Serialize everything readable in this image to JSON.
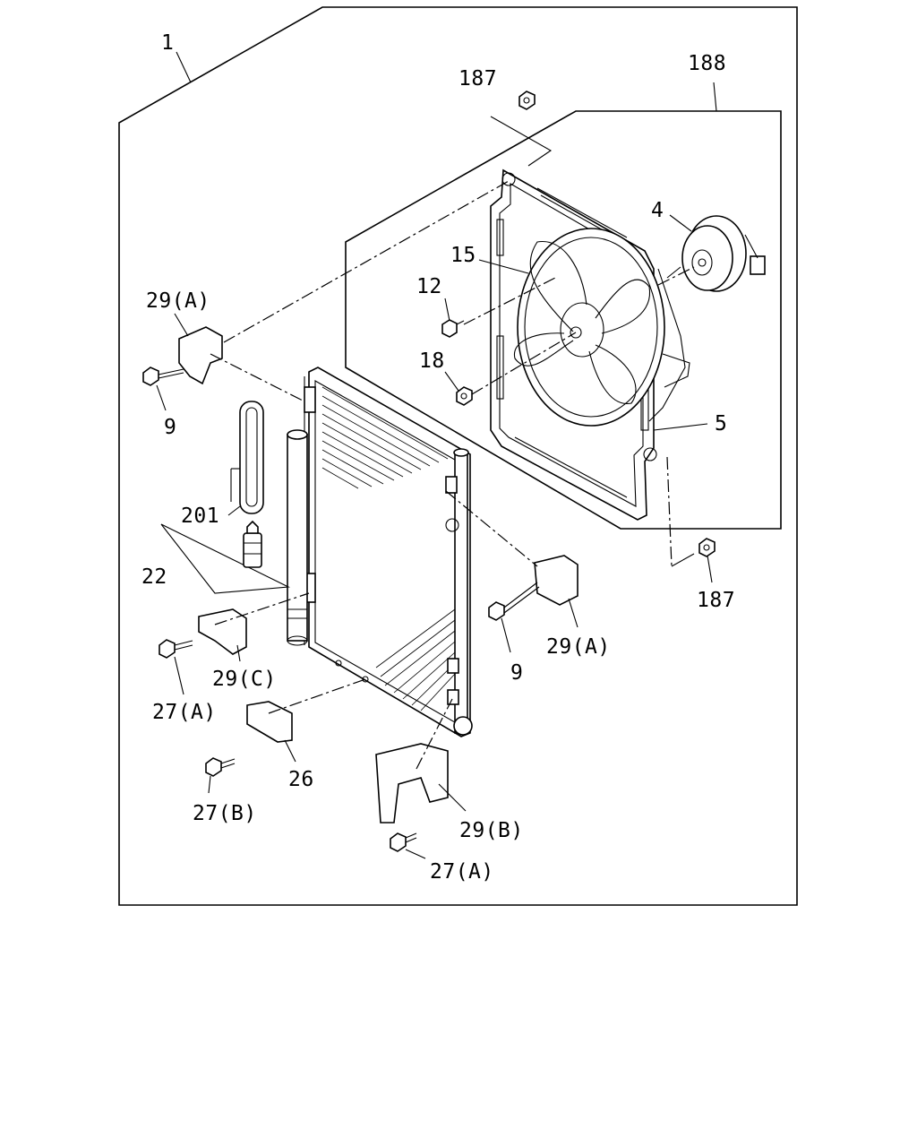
{
  "callouts": {
    "assembly": "1",
    "fan_shroud_assembly": "188",
    "motor": "4",
    "fan": "15",
    "screw": "12",
    "nut_18": "18",
    "shroud": "5",
    "nut_187_top": "187",
    "nut_187_bottom": "187",
    "bracket_29a_left": "29(A)",
    "bracket_29a_right": "29(A)",
    "bolt_9_left": "9",
    "bolt_9_right": "9",
    "desiccant_201": "201",
    "receiver_22": "22",
    "bracket_29c": "29(C)",
    "bolt_27a_left": "27(A)",
    "bracket_26": "26",
    "bolt_27b": "27(B)",
    "bracket_29b": "29(B)",
    "bolt_27a_bottom": "27(A)"
  }
}
